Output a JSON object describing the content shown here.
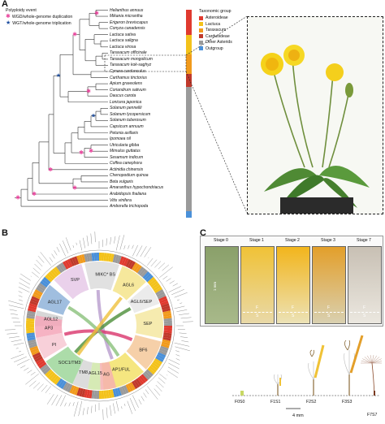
{
  "panels": {
    "a": "A",
    "b": "B",
    "c": "C"
  },
  "polyploidy": {
    "title": "Polyploidy event",
    "wgd": "WGD/whole-genome duplication",
    "wgt": "WGT/whole-genome triplication"
  },
  "taxonomic": {
    "title": "Taxonomic group",
    "groups": [
      {
        "label": "Asteroideae",
        "color": "#e03a2f"
      },
      {
        "label": "Lactuca",
        "color": "#f3c21b"
      },
      {
        "label": "Taraxacum",
        "color": "#f19a1c"
      },
      {
        "label": "Carduoideae",
        "color": "#c0392b"
      },
      {
        "label": "Other Asterids",
        "color": "#9a9a9a"
      },
      {
        "label": "Outgroup",
        "color": "#4a90d9"
      }
    ]
  },
  "species": [
    "Helianthus annuus",
    "Mikania micrantha",
    "Erigeron breviscapus",
    "Conyza canadensis",
    "Lactuca sativa",
    "Lactuca saligna",
    "Lactuca virosa",
    "Taraxacum officinale",
    "Taraxacum mongolicum",
    "Taraxacum kok-saghyz",
    "Cynara cardunculus",
    "Carthamus tinctorius",
    "Apium graveolens",
    "Coriandrum sativum",
    "Daucus carota",
    "Lonicera japonica",
    "Solanum pennellii",
    "Solanum lycopersicum",
    "Solanum tuberosum",
    "Capsicum annuum",
    "Petunia axillaris",
    "Ipomoea nil",
    "Utricularia gibba",
    "Mimulus guttatus",
    "Sesamum indicum",
    "Coffea canephora",
    "Actinidia chinensis",
    "Chenopodium quinoa",
    "Beta vulgaris",
    "Amaranthus hypochondriacus",
    "Arabidopsis thaliana",
    "Vitis vinifera",
    "Amborella trichopoda"
  ],
  "genes": [
    "SVP",
    "MIKC* BS",
    "AGL6",
    "AGL17",
    "AGL12",
    "AP3",
    "PI",
    "SOC1/TM3",
    "TM8",
    "AGL15",
    "AG",
    "SEP",
    "AGL6/SEP",
    "AP1/FUL",
    "BF6"
  ],
  "stages": [
    "Stage 0",
    "Stage 1",
    "Stage 2",
    "Stage 3",
    "Stage 7"
  ],
  "stage_annotations": {
    "s0": "1 mm",
    "f": "F",
    "s": "S"
  },
  "seedlings": [
    "F0S0",
    "F1S1",
    "F2S2",
    "F3S3",
    "F7S7"
  ],
  "scale_bar": "4 mm"
}
